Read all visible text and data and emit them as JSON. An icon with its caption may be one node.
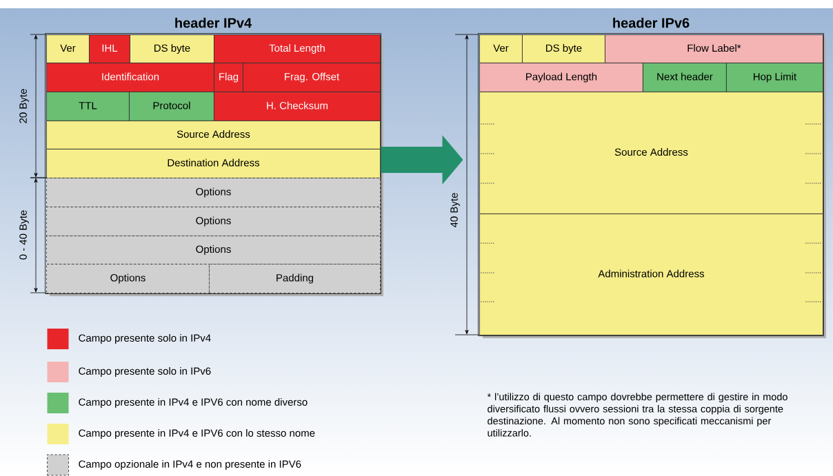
{
  "diagram": {
    "nodes": [
      {
        "text": [
          "header IPv4"
        ]
      },
      {
        "text": [
          "Ver"
        ],
        "in": 0
      },
      {
        "text": [
          "IHL"
        ],
        "in": 0
      },
      {
        "text": [
          "DS byte"
        ],
        "in": 0
      },
      {
        "text": [
          "Total Length"
        ],
        "in": 0
      },
      {
        "text": [
          "Identification"
        ],
        "in": 0
      },
      {
        "text": [
          "Flag"
        ],
        "in": 0
      },
      {
        "text": [
          "Frag. Offset"
        ],
        "in": 0
      },
      {
        "text": [
          "TTL"
        ],
        "in": 0
      },
      {
        "text": [
          "Protocol"
        ],
        "in": 0
      },
      {
        "text": [
          "H. Checksum"
        ],
        "in": 0
      },
      {
        "text": [
          "Source Address"
        ],
        "in": 0
      },
      {
        "text": [
          "Destination Address"
        ],
        "in": 0
      },
      {
        "text": [
          "Options"
        ],
        "in": 0
      },
      {
        "text": [
          "Options"
        ],
        "in": 0
      },
      {
        "text": [
          "Options"
        ],
        "in": 0
      },
      {
        "text": [
          "Options"
        ],
        "in": 0
      },
      {
        "text": [
          "Padding"
        ],
        "in": 0
      },
      {
        "text": [
          "header IPv6"
        ]
      },
      {
        "text": [
          "Ver"
        ],
        "in": 18
      },
      {
        "text": [
          "DS byte"
        ],
        "in": 18
      },
      {
        "text": [
          "Flow Label*"
        ],
        "in": 18
      },
      {
        "text": [
          "Payload Length"
        ],
        "in": 18
      },
      {
        "text": [
          "Next header"
        ],
        "in": 18
      },
      {
        "text": [
          "Hop Limit"
        ],
        "in": 18
      },
      {
        "text": [
          "Source Address"
        ],
        "in": 18
      },
      {
        "text": [
          "Administration Address"
        ],
        "in": 18
      }
    ],
    "edges": [
      {
        "from": 0,
        "to": 18,
        "arrow": "to",
        "color": "#23906b"
      }
    ],
    "labels": [
      "20 Byte",
      "0 - 40 Byte",
      "40 Byte",
      "* l’utilizzo di questo campo dovrebbe permettere di gestire in modo diversificato flussi ovvero sessioni tra la stessa coppia di sorgente destinazione. Al momento non sono specificati meccanismi per utilizzarlo."
    ],
    "legend": [
      {
        "text": "Campo presente solo in IPv4",
        "color": "#e8262a"
      },
      {
        "text": "Campo presente solo in IPv6",
        "color": "#f4b4b4"
      },
      {
        "text": "Campo presente in IPv4 e IPV6 con nome diverso",
        "color": "#6abf72"
      },
      {
        "text": "Campo presente in IPv4 e IPV6 con lo stesso nome",
        "color": "#f6ee8a"
      },
      {
        "text": "Campo opzionale in IPv4 e non presente in IPV6",
        "color": "#d0d0d0"
      }
    ]
  }
}
